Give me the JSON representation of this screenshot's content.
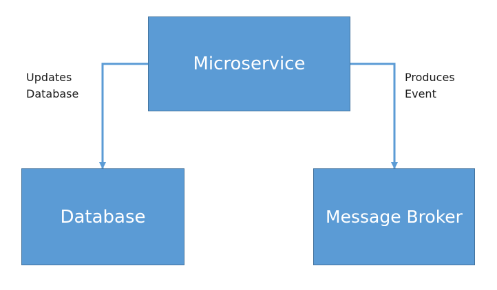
{
  "nodes": {
    "microservice": "Microservice",
    "database": "Database",
    "message_broker": "Message Broker"
  },
  "edges": [
    {
      "from": "microservice",
      "to": "database",
      "label_lines": [
        "Updates",
        "Database"
      ]
    },
    {
      "from": "microservice",
      "to": "message_broker",
      "label_lines": [
        "Produces",
        "Event"
      ]
    }
  ],
  "colors": {
    "box_fill": "#5b9bd5",
    "box_border": "#41719c",
    "box_text": "#ffffff",
    "connector": "#5b9bd5",
    "label_text": "#1a1a1a"
  }
}
